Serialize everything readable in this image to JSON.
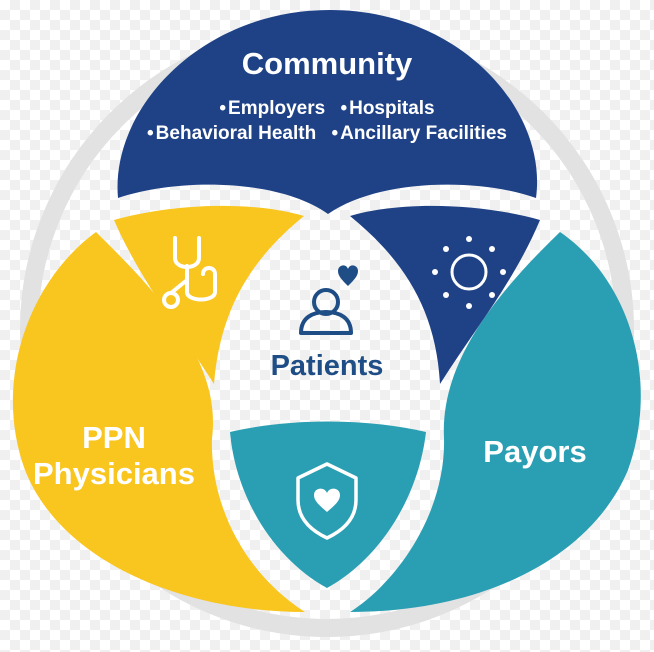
{
  "colors": {
    "navy": "#1f4287",
    "yellow": "#f9c51f",
    "teal": "#2a9fb3",
    "ring": "#e2e2e2",
    "white": "#ffffff",
    "patients_text": "#1f4d85"
  },
  "community": {
    "title": "Community",
    "items": [
      "Employers",
      "Hospitals",
      "Behavioral Health",
      "Ancillary Facilities"
    ]
  },
  "ppn": {
    "line1": "PPN",
    "line2": "Physicians"
  },
  "payors": {
    "label": "Payors"
  },
  "center": {
    "label": "Patients"
  },
  "icons": {
    "person": "person-with-heart-icon",
    "stethoscope": "stethoscope-icon",
    "sun": "sun-icon",
    "shield": "shield-heart-icon"
  }
}
